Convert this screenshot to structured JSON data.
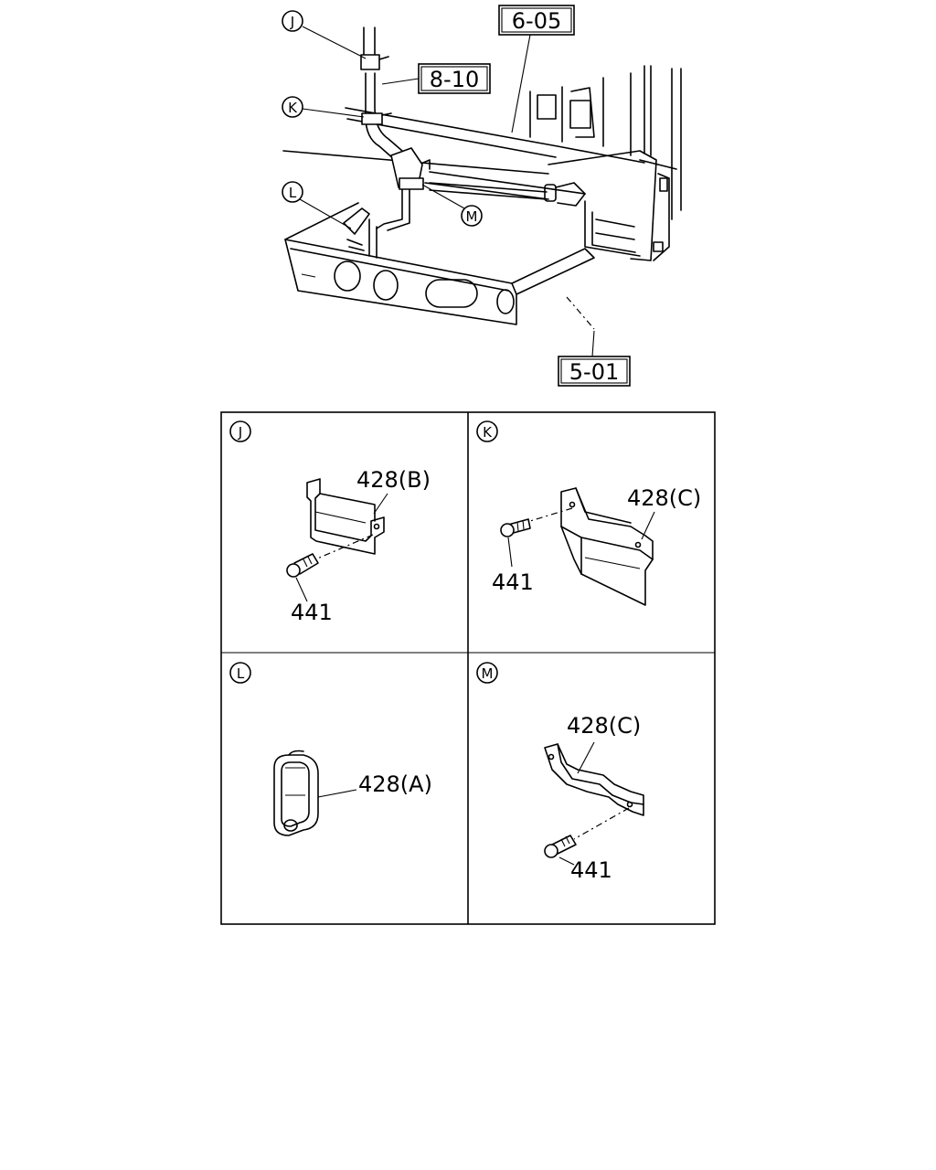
{
  "main_view": {
    "ref_boxes": [
      "6-05",
      "8-10",
      "5-01"
    ],
    "callouts": [
      "J",
      "K",
      "L",
      "M"
    ]
  },
  "details": [
    {
      "key": "J",
      "parts": [
        "428(B)",
        "441"
      ]
    },
    {
      "key": "K",
      "parts": [
        "428(C)",
        "441"
      ]
    },
    {
      "key": "L",
      "parts": [
        "428(A)"
      ]
    },
    {
      "key": "M",
      "parts": [
        "428(C)",
        "441"
      ]
    }
  ]
}
